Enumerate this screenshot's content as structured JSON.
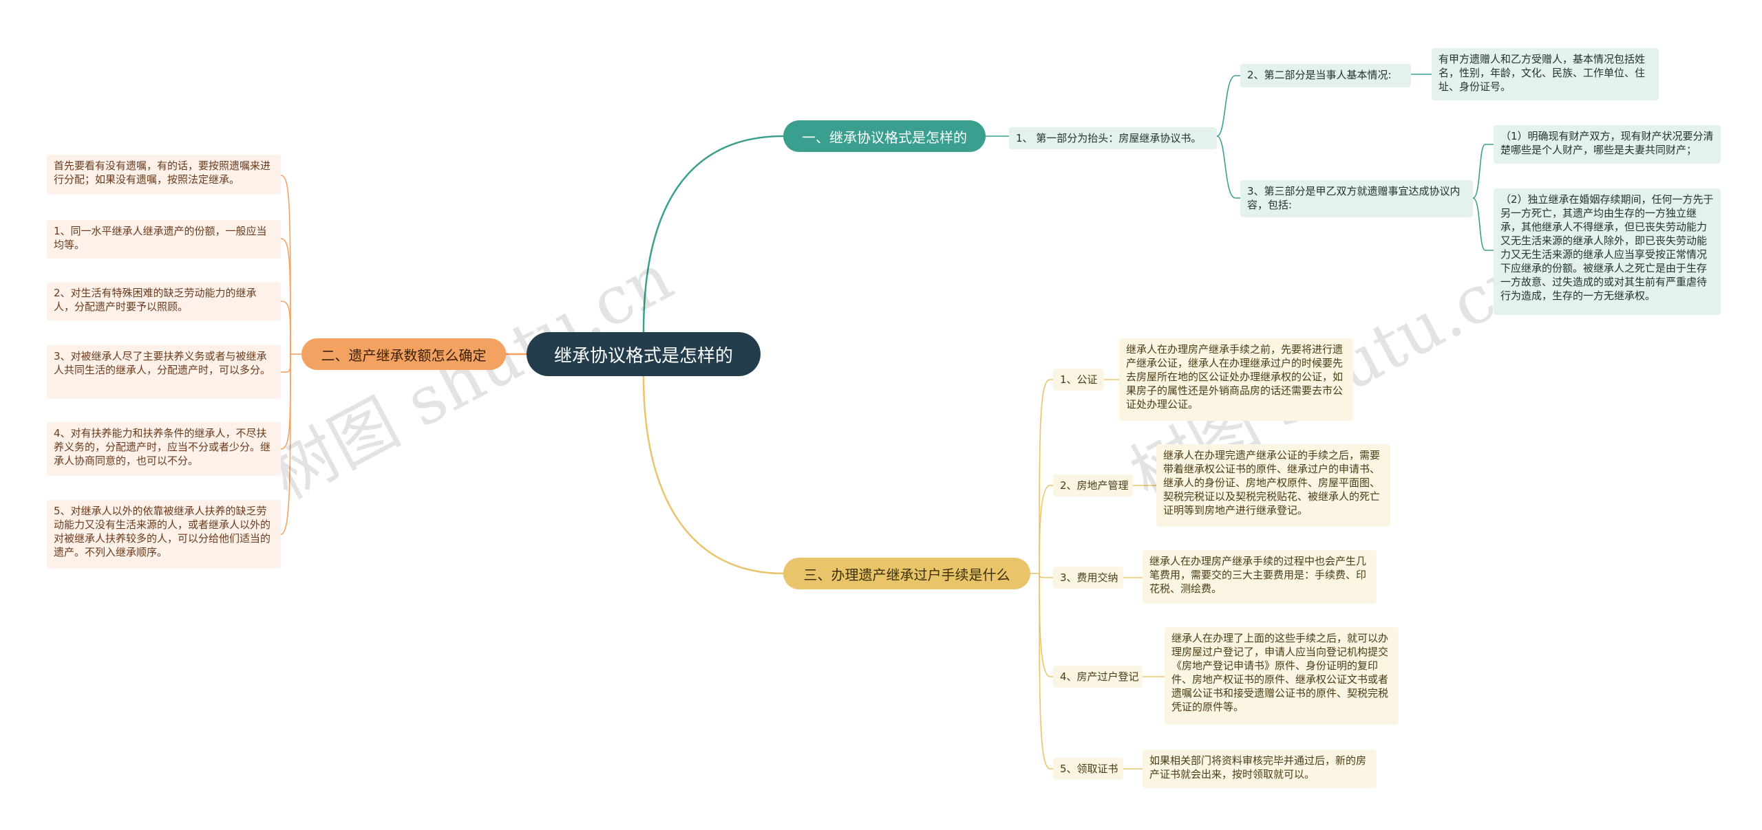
{
  "root": {
    "label": "继承协议格式是怎样的"
  },
  "colors": {
    "teal": "#3a9f8f",
    "gold": "#e9c46a",
    "orange": "#f4a261",
    "root": "#233d4d"
  },
  "branch1": {
    "label": "一、继承协议格式是怎样的",
    "part1": "1、 第一部分为抬头：房屋继承协议书。",
    "part2": "2、第二部分是当事人基本情况:",
    "part2_detail": "有甲方遗赠人和乙方受赠人，基本情况包括姓名，性别，年龄，文化、民族、工作单位、住址、身份证号。",
    "part3": "3、第三部分是甲乙双方就遗赠事宜达成协议内容，包括:",
    "part3_items": [
      "（1）明确现有财产双方，现有财产状况要分清楚哪些是个人财产，哪些是夫妻共同财产；",
      "（2）独立继承在婚姻存续期间，任何一方先于另一方死亡，其遗产均由生存的一方独立继承，其他继承人不得继承，但已丧失劳动能力又无生活来源的继承人除外，即已丧失劳动能力又无生活来源的继承人应当享受按正常情况下应继承的份额。被继承人之死亡是由于生存一方故意、过失造成的或对其生前有严重虐待行为造成，生存的一方无继承权。"
    ]
  },
  "branch2": {
    "label": "二、遗产继承数额怎么确定",
    "items": [
      "首先要看有没有遗嘱，有的话，要按照遗嘱来进行分配；如果没有遗嘱，按照法定继承。",
      "1、同一水平继承人继承遗产的份额，一般应当均等。",
      "2、对生活有特殊困难的缺乏劳动能力的继承人，分配遗产时要予以照顾。",
      "3、对被继承人尽了主要扶养义务或者与被继承人共同生活的继承人，分配遗产时，可以多分。",
      "4、对有扶养能力和扶养条件的继承人，不尽扶养义务的，分配遗产时，应当不分或者少分。继承人协商同意的，也可以不分。",
      "5、对继承人以外的依靠被继承人扶养的缺乏劳动能力又没有生活来源的人，或者继承人以外的对被继承人扶养较多的人，可以分给他们适当的遗产。不列入继承顺序。"
    ]
  },
  "branch3": {
    "label": "三、办理遗产继承过户手续是什么",
    "steps": [
      {
        "label": "1、公证",
        "detail": "继承人在办理房产继承手续之前，先要将进行遗产继承公证，继承人在办理继承过户的时候要先去房屋所在地的区公证处办理继承权的公证，如果房子的属性还是外销商品房的话还需要去市公证处办理公证。"
      },
      {
        "label": "2、房地产管理",
        "detail": "继承人在办理完遗产继承公证的手续之后，需要带着继承权公证书的原件、继承过户的申请书、继承人的身份证、房地产权原件、房屋平面图、契税完税证以及契税完税贴花、被继承人的死亡证明等到房地产进行继承登记。"
      },
      {
        "label": "3、费用交纳",
        "detail": "继承人在办理房产继承手续的过程中也会产生几笔费用，需要交的三大主要费用是：手续费、印花税、测绘费。"
      },
      {
        "label": "4、房产过户登记",
        "detail": "继承人在办理了上面的这些手续之后，就可以办理房屋过户登记了，申请人应当向登记机构提交《房地产登记申请书》原件、身份证明的复印件、房地产权证书的原件、继承权公证文书或者遗嘱公证书和接受遗赠公证书的原件、契税完税凭证的原件等。"
      },
      {
        "label": "5、领取证书",
        "detail": "如果相关部门将资料审核完毕并通过后，新的房产证书就会出来，按时领取就可以。"
      }
    ]
  },
  "watermark": {
    "text": "树图 shutu.cn"
  }
}
